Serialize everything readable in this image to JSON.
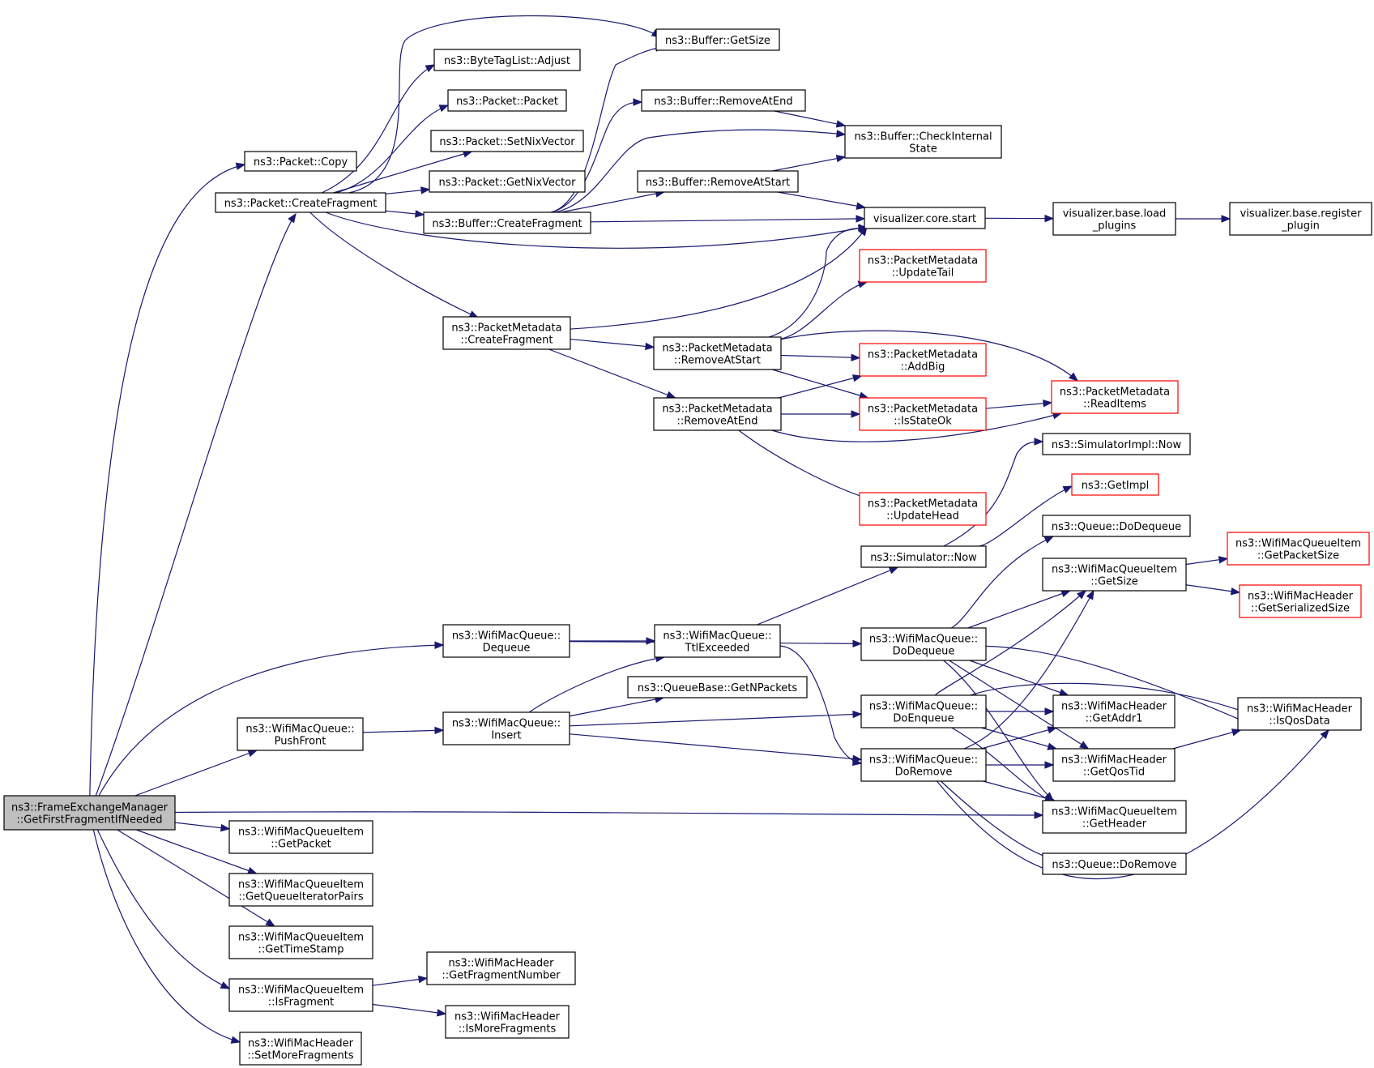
{
  "colors": {
    "edge": "#191970",
    "normal_border": "#000000",
    "truncated_border": "#ff0000",
    "root_fill": "#bfbfbf",
    "node_fill": "#ffffff"
  },
  "nodes": {
    "root": {
      "lines": [
        "ns3::FrameExchangeManager",
        "::GetFirstFragmentIfNeeded"
      ],
      "style": "root"
    },
    "pkt_copy": {
      "lines": [
        "ns3::Packet::Copy"
      ]
    },
    "pkt_createfrag": {
      "lines": [
        "ns3::Packet::CreateFragment"
      ]
    },
    "buf_getsize": {
      "lines": [
        "ns3::Buffer::GetSize"
      ]
    },
    "btl_adjust": {
      "lines": [
        "ns3::ByteTagList::Adjust"
      ]
    },
    "pkt_packet": {
      "lines": [
        "ns3::Packet::Packet"
      ]
    },
    "pkt_setnix": {
      "lines": [
        "ns3::Packet::SetNixVector"
      ]
    },
    "pkt_getnix": {
      "lines": [
        "ns3::Packet::GetNixVector"
      ]
    },
    "buf_createfrag": {
      "lines": [
        "ns3::Buffer::CreateFragment"
      ]
    },
    "buf_removeatend": {
      "lines": [
        "ns3::Buffer::RemoveAtEnd"
      ]
    },
    "buf_checkinternal": {
      "lines": [
        "ns3::Buffer::CheckInternal",
        "State"
      ]
    },
    "buf_removeatstart": {
      "lines": [
        "ns3::Buffer::RemoveAtStart"
      ]
    },
    "vis_start": {
      "lines": [
        "visualizer.core.start"
      ]
    },
    "vis_load": {
      "lines": [
        "visualizer.base.load",
        "_plugins"
      ]
    },
    "vis_register": {
      "lines": [
        "visualizer.base.register",
        "_plugin"
      ]
    },
    "pm_createfrag": {
      "lines": [
        "ns3::PacketMetadata",
        "::CreateFragment"
      ]
    },
    "pm_updatetail": {
      "lines": [
        "ns3::PacketMetadata",
        "::UpdateTail"
      ],
      "style": "truncated"
    },
    "pm_removeatstart": {
      "lines": [
        "ns3::PacketMetadata",
        "::RemoveAtStart"
      ]
    },
    "pm_addbig": {
      "lines": [
        "ns3::PacketMetadata",
        "::AddBig"
      ],
      "style": "truncated"
    },
    "pm_readitems": {
      "lines": [
        "ns3::PacketMetadata",
        "::ReadItems"
      ],
      "style": "truncated"
    },
    "pm_removeatend": {
      "lines": [
        "ns3::PacketMetadata",
        "::RemoveAtEnd"
      ]
    },
    "pm_isstateok": {
      "lines": [
        "ns3::PacketMetadata",
        "::IsStateOk"
      ],
      "style": "truncated"
    },
    "pm_updatehead": {
      "lines": [
        "ns3::PacketMetadata",
        "::UpdateHead"
      ],
      "style": "truncated"
    },
    "simimpl_now": {
      "lines": [
        "ns3::SimulatorImpl::Now"
      ]
    },
    "getimpl": {
      "lines": [
        "ns3::GetImpl"
      ],
      "style": "truncated"
    },
    "q_dodequeue": {
      "lines": [
        "ns3::Queue::DoDequeue"
      ]
    },
    "sim_now": {
      "lines": [
        "ns3::Simulator::Now"
      ]
    },
    "wmqi_getpacketsize": {
      "lines": [
        "ns3::WifiMacQueueItem",
        "::GetPacketSize"
      ],
      "style": "truncated"
    },
    "wmqi_getsize": {
      "lines": [
        "ns3::WifiMacQueueItem",
        "::GetSize"
      ]
    },
    "wmh_getserializedsize": {
      "lines": [
        "ns3::WifiMacHeader",
        "::GetSerializedSize"
      ],
      "style": "truncated"
    },
    "wmq_dequeue": {
      "lines": [
        "ns3::WifiMacQueue::",
        "Dequeue"
      ]
    },
    "wmq_ttlexceeded": {
      "lines": [
        "ns3::WifiMacQueue::",
        "TtlExceeded"
      ]
    },
    "wmq_dodequeue": {
      "lines": [
        "ns3::WifiMacQueue::",
        "DoDequeue"
      ]
    },
    "qb_getnpackets": {
      "lines": [
        "ns3::QueueBase::GetNPackets"
      ]
    },
    "wmq_pushfront": {
      "lines": [
        "ns3::WifiMacQueue::",
        "PushFront"
      ]
    },
    "wmq_insert": {
      "lines": [
        "ns3::WifiMacQueue::",
        "Insert"
      ]
    },
    "wmq_doenqueue": {
      "lines": [
        "ns3::WifiMacQueue::",
        "DoEnqueue"
      ]
    },
    "wmh_getaddr1": {
      "lines": [
        "ns3::WifiMacHeader",
        "::GetAddr1"
      ]
    },
    "wmh_isqosdata": {
      "lines": [
        "ns3::WifiMacHeader",
        "::IsQosData"
      ]
    },
    "wmq_doremove": {
      "lines": [
        "ns3::WifiMacQueue::",
        "DoRemove"
      ]
    },
    "wmh_getqostid": {
      "lines": [
        "ns3::WifiMacHeader",
        "::GetQosTid"
      ]
    },
    "wmqi_getheader": {
      "lines": [
        "ns3::WifiMacQueueItem",
        "::GetHeader"
      ]
    },
    "q_doremove": {
      "lines": [
        "ns3::Queue::DoRemove"
      ]
    },
    "wmqi_getpacket": {
      "lines": [
        "ns3::WifiMacQueueItem",
        "::GetPacket"
      ]
    },
    "wmqi_getqueueiter": {
      "lines": [
        "ns3::WifiMacQueueItem",
        "::GetQueueIteratorPairs"
      ]
    },
    "wmqi_gettimestamp": {
      "lines": [
        "ns3::WifiMacQueueItem",
        "::GetTimeStamp"
      ]
    },
    "wmqi_isfragment": {
      "lines": [
        "ns3::WifiMacQueueItem",
        "::IsFragment"
      ]
    },
    "wmh_getfragnum": {
      "lines": [
        "ns3::WifiMacHeader",
        "::GetFragmentNumber"
      ]
    },
    "wmh_ismorefrags": {
      "lines": [
        "ns3::WifiMacHeader",
        "::IsMoreFragments"
      ]
    },
    "wmh_setmorefrags": {
      "lines": [
        "ns3::WifiMacHeader",
        "::SetMoreFragments"
      ]
    }
  },
  "edges": [
    [
      "root",
      "pkt_copy"
    ],
    [
      "root",
      "pkt_createfrag"
    ],
    [
      "root",
      "wmq_dequeue"
    ],
    [
      "root",
      "wmq_pushfront"
    ],
    [
      "root",
      "wmqi_getheader"
    ],
    [
      "root",
      "wmqi_getpacket"
    ],
    [
      "root",
      "wmqi_getqueueiter"
    ],
    [
      "root",
      "wmqi_gettimestamp"
    ],
    [
      "root",
      "wmqi_isfragment"
    ],
    [
      "root",
      "wmh_setmorefrags"
    ],
    [
      "pkt_createfrag",
      "buf_getsize"
    ],
    [
      "pkt_createfrag",
      "btl_adjust"
    ],
    [
      "pkt_createfrag",
      "pkt_packet"
    ],
    [
      "pkt_createfrag",
      "pkt_setnix"
    ],
    [
      "pkt_createfrag",
      "pkt_getnix"
    ],
    [
      "pkt_createfrag",
      "buf_createfrag"
    ],
    [
      "pkt_createfrag",
      "vis_start"
    ],
    [
      "pkt_createfrag",
      "pm_createfrag"
    ],
    [
      "buf_createfrag",
      "buf_getsize"
    ],
    [
      "buf_createfrag",
      "buf_removeatend"
    ],
    [
      "buf_createfrag",
      "buf_checkinternal"
    ],
    [
      "buf_createfrag",
      "buf_removeatstart"
    ],
    [
      "buf_createfrag",
      "vis_start"
    ],
    [
      "buf_removeatend",
      "buf_checkinternal"
    ],
    [
      "buf_removeatstart",
      "buf_checkinternal"
    ],
    [
      "buf_removeatstart",
      "vis_start"
    ],
    [
      "vis_start",
      "vis_load"
    ],
    [
      "vis_load",
      "vis_register"
    ],
    [
      "pm_createfrag",
      "vis_start"
    ],
    [
      "pm_createfrag",
      "pm_removeatstart"
    ],
    [
      "pm_createfrag",
      "pm_removeatend"
    ],
    [
      "pm_removeatstart",
      "vis_start"
    ],
    [
      "pm_removeatstart",
      "pm_updatetail"
    ],
    [
      "pm_removeatstart",
      "pm_addbig"
    ],
    [
      "pm_removeatstart",
      "pm_readitems"
    ],
    [
      "pm_removeatstart",
      "pm_isstateok"
    ],
    [
      "pm_removeatend",
      "pm_addbig"
    ],
    [
      "pm_removeatend",
      "pm_isstateok"
    ],
    [
      "pm_removeatend",
      "pm_readitems"
    ],
    [
      "pm_removeatend",
      "pm_updatehead"
    ],
    [
      "pm_isstateok",
      "pm_readitems"
    ],
    [
      "sim_now",
      "simimpl_now"
    ],
    [
      "sim_now",
      "getimpl"
    ],
    [
      "wmq_dequeue",
      "wmq_ttlexceeded"
    ],
    [
      "wmq_dequeue",
      "wmq_dodequeue"
    ],
    [
      "wmq_ttlexceeded",
      "sim_now"
    ],
    [
      "wmq_ttlexceeded",
      "wmq_doremove"
    ],
    [
      "wmq_dodequeue",
      "q_dodequeue"
    ],
    [
      "wmq_dodequeue",
      "wmqi_getsize"
    ],
    [
      "wmq_dodequeue",
      "wmh_isqosdata"
    ],
    [
      "wmq_dodequeue",
      "wmh_getaddr1"
    ],
    [
      "wmq_dodequeue",
      "wmh_getqostid"
    ],
    [
      "wmq_dodequeue",
      "wmqi_getheader"
    ],
    [
      "wmqi_getsize",
      "wmqi_getpacketsize"
    ],
    [
      "wmqi_getsize",
      "wmh_getserializedsize"
    ],
    [
      "wmq_pushfront",
      "wmq_insert"
    ],
    [
      "wmq_insert",
      "wmq_ttlexceeded"
    ],
    [
      "wmq_insert",
      "qb_getnpackets"
    ],
    [
      "wmq_insert",
      "wmq_doenqueue"
    ],
    [
      "wmq_insert",
      "wmq_doremove"
    ],
    [
      "wmq_doenqueue",
      "wmqi_getsize"
    ],
    [
      "wmq_doenqueue",
      "wmh_isqosdata"
    ],
    [
      "wmq_doenqueue",
      "wmh_getaddr1"
    ],
    [
      "wmq_doenqueue",
      "wmh_getqostid"
    ],
    [
      "wmq_doenqueue",
      "wmqi_getheader"
    ],
    [
      "wmq_doremove",
      "wmqi_getsize"
    ],
    [
      "wmq_doremove",
      "wmh_getaddr1"
    ],
    [
      "wmq_doremove",
      "wmh_getqostid"
    ],
    [
      "wmq_doremove",
      "wmqi_getheader"
    ],
    [
      "wmq_doremove",
      "q_doremove"
    ],
    [
      "wmq_doremove",
      "wmh_isqosdata"
    ],
    [
      "wmh_getqostid",
      "wmh_isqosdata"
    ],
    [
      "wmqi_isfragment",
      "wmh_getfragnum"
    ],
    [
      "wmqi_isfragment",
      "wmh_ismorefrags"
    ]
  ]
}
